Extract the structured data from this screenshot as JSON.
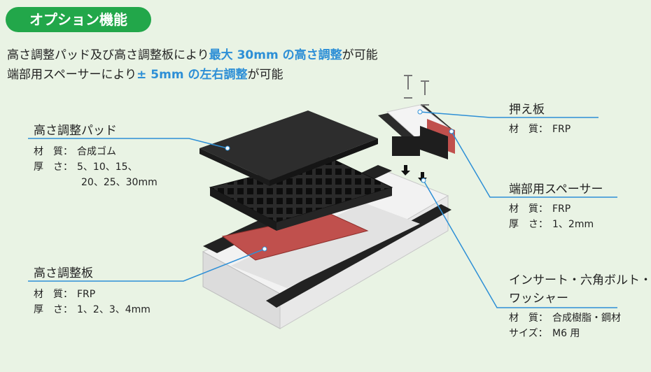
{
  "badge": "オプション機能",
  "lead": {
    "line1": {
      "pre": "高さ調整パッド及び高さ調整板により",
      "hl": "最大 30mm の高さ調整",
      "post": "が可能"
    },
    "line2": {
      "pre": "端部用スペーサーにより",
      "hl": "± 5mm の左右調整",
      "post": "が可能"
    }
  },
  "colors": {
    "accent": "#2d8fd6",
    "badge": "#22a74a",
    "plate": "#c0504d"
  },
  "parts": {
    "pad": {
      "title": "高さ調整パッド",
      "material_label": "材　質：",
      "material": "合成ゴム",
      "thickness_label": "厚　さ：",
      "thickness1": "5、10、15、",
      "thickness2": "20、25、30mm"
    },
    "plate": {
      "title": "高さ調整板",
      "material_label": "材　質：",
      "material": "FRP",
      "thickness_label": "厚　さ：",
      "thickness": "1、2、3、4mm"
    },
    "presser": {
      "title": "押え板",
      "material_label": "材　質：",
      "material": "FRP"
    },
    "spacer": {
      "title": "端部用スペーサー",
      "material_label": "材　質：",
      "material": "FRP",
      "thickness_label": "厚　さ：",
      "thickness": "1、2mm"
    },
    "insert": {
      "title1": "インサート・六角ボルト・",
      "title2": "ワッシャー",
      "material_label": "材　質：",
      "material": "合成樹脂・鋼材",
      "size_label": "サイズ：",
      "size": "M6 用"
    }
  }
}
